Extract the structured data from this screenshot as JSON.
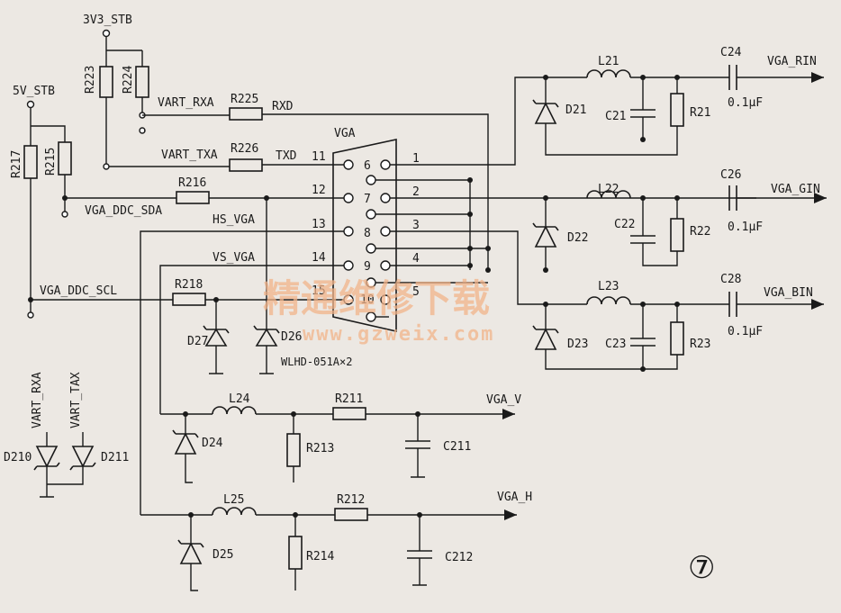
{
  "nets": {
    "v33": "3V3_STB",
    "v5": "5V_STB",
    "vart_rxa": "VART_RXA",
    "vart_txa": "VART_TXA",
    "rxd": "RXD",
    "txd": "TXD",
    "ddc_sda": "VGA_DDC_SDA",
    "ddc_scl": "VGA_DDC_SCL",
    "hs": "HS_VGA",
    "vs": "VS_VGA",
    "vart_rxa_v": "VART_RXA",
    "vart_tax_v": "VART_TAX",
    "vga_rin": "VGA_RIN",
    "vga_gin": "VGA_GIN",
    "vga_bin": "VGA_BIN",
    "vga_v": "VGA_V",
    "vga_h": "VGA_H"
  },
  "connector": {
    "name": "VGA",
    "part": "WLHD-051A×2",
    "pins": [
      "1",
      "2",
      "3",
      "4",
      "5",
      "6",
      "7",
      "8",
      "9",
      "10",
      "11",
      "12",
      "13",
      "14",
      "15"
    ]
  },
  "components": {
    "R223": "R223",
    "R224": "R224",
    "R217": "R217",
    "R215": "R215",
    "R225": "R225",
    "R226": "R226",
    "R216": "R216",
    "R218": "R218",
    "D27": "D27",
    "D26": "D26",
    "L21": "L21",
    "D21": "D21",
    "C21": "C21",
    "R21": "R21",
    "C24": "C24",
    "L22": "L22",
    "D22": "D22",
    "C22": "C22",
    "R22": "R22",
    "C26": "C26",
    "L23": "L23",
    "D23": "D23",
    "C23": "C23",
    "R23": "R23",
    "C28": "C28",
    "L24": "L24",
    "D24": "D24",
    "R211": "R211",
    "R213": "R213",
    "C211": "C211",
    "L25": "L25",
    "D25": "D25",
    "R212": "R212",
    "R214": "R214",
    "C212": "C212",
    "D210": "D210",
    "D211": "D211"
  },
  "cap_value": "0.1μF",
  "figure_number": "⑦",
  "watermark": {
    "cn": "精通维修下载",
    "url": "www.gzweix.com"
  },
  "colors": {
    "ink": "#1a1a1a",
    "paper": "#ece8e3",
    "watermark": "#f2b48a"
  }
}
